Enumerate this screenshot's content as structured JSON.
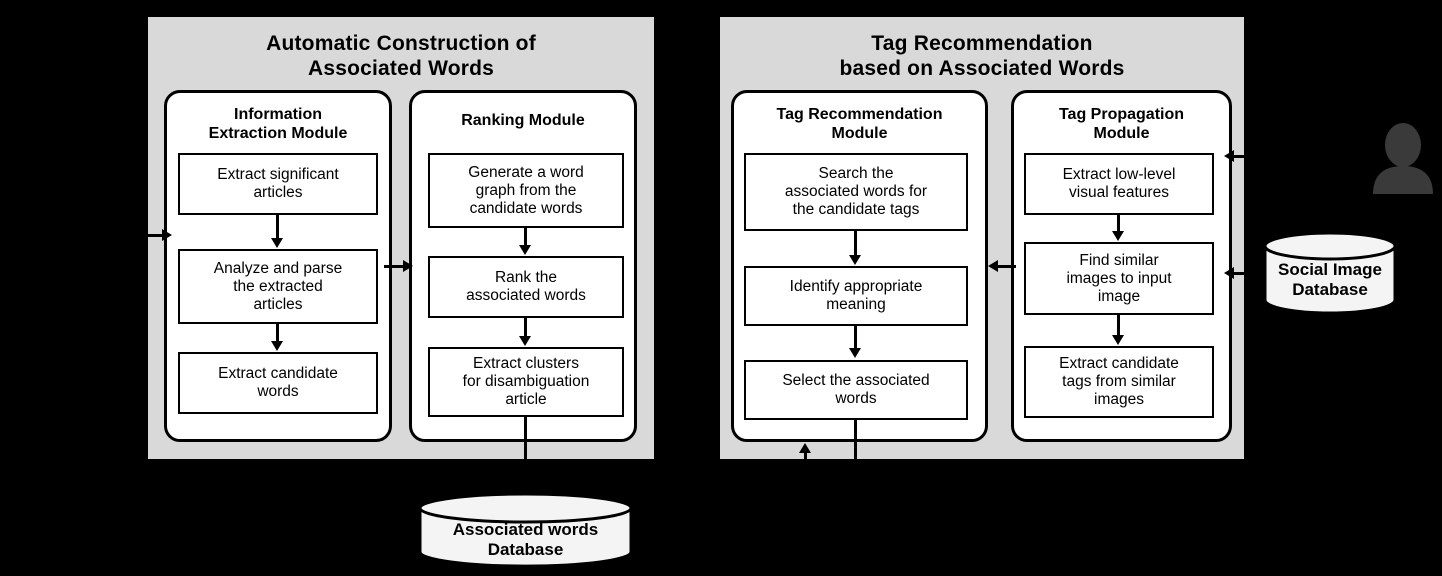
{
  "diagram": {
    "background_color": "#000000",
    "panel_color": "#d9d9d9",
    "module_color": "#ffffff",
    "line_color": "#000000",
    "user_icon_color": "#3a3a3a"
  },
  "panels": [
    {
      "id": "left-panel",
      "title": "Automatic Construction of\nAssociated Words",
      "modules": [
        {
          "id": "information-extraction-module",
          "title": "Information\nExtraction Module",
          "steps": [
            "Extract significant\narticles",
            "Analyze and parse\nthe extracted\narticles",
            "Extract candidate\nwords"
          ]
        },
        {
          "id": "ranking-module",
          "title": "Ranking Module",
          "steps": [
            "Generate a word\ngraph from the\ncandidate words",
            "Rank the\nassociated words",
            "Extract clusters\nfor disambiguation\narticle"
          ]
        }
      ]
    },
    {
      "id": "right-panel",
      "title": "Tag Recommendation\nbased on Associated Words",
      "modules": [
        {
          "id": "tag-recommendation-module",
          "title": "Tag Recommendation\nModule",
          "steps": [
            "Search the\nassociated words for\nthe candidate tags",
            "Identify appropriate\nmeaning",
            "Select the associated\nwords"
          ]
        },
        {
          "id": "tag-propagation-module",
          "title": "Tag Propagation\nModule",
          "steps": [
            "Extract low-level\nvisual features",
            "Find similar\nimages to input\nimage",
            "Extract candidate\ntags from similar\nimages"
          ]
        }
      ]
    }
  ],
  "databases": [
    {
      "id": "associated-words-database",
      "label": "Associated words\nDatabase"
    },
    {
      "id": "social-image-database",
      "label": "Social Image\nDatabase"
    }
  ],
  "actors": [
    {
      "id": "user-actor",
      "icon": "user-silhouette-icon"
    }
  ]
}
